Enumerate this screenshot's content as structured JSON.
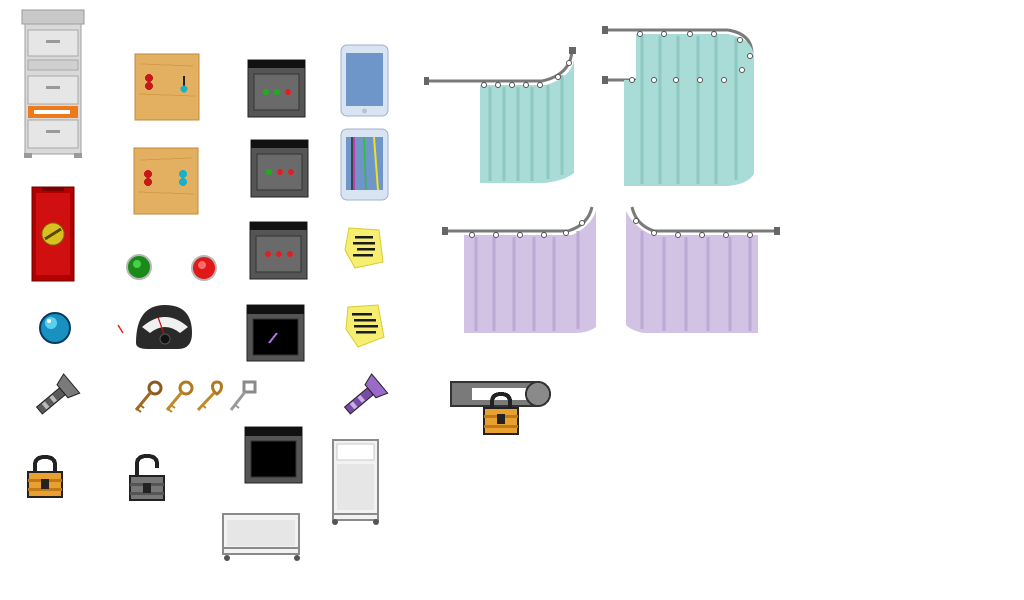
{
  "sheet": {
    "background": "#ffffff",
    "sprites": [
      {
        "id": "filing-cabinet",
        "icon": "filing-cabinet-icon"
      },
      {
        "id": "switch-panel-a",
        "icon": "toggle-switch-panel-icon"
      },
      {
        "id": "keypad-green",
        "icon": "keypad-terminal-icon"
      },
      {
        "id": "tablet-blank",
        "icon": "tablet-icon"
      },
      {
        "id": "switch-panel-b",
        "icon": "toggle-switch-panel-icon"
      },
      {
        "id": "keypad-red",
        "icon": "keypad-terminal-icon"
      },
      {
        "id": "tablet-wires",
        "icon": "tablet-icon"
      },
      {
        "id": "fire-extinguisher-box",
        "icon": "red-cabinet-icon"
      },
      {
        "id": "keypad-red-2",
        "icon": "keypad-terminal-icon"
      },
      {
        "id": "note-1",
        "icon": "paper-note-icon"
      },
      {
        "id": "green-button",
        "icon": "green-button-icon"
      },
      {
        "id": "red-button",
        "icon": "red-button-icon"
      },
      {
        "id": "blue-orb",
        "icon": "orb-icon"
      },
      {
        "id": "gauge",
        "icon": "gauge-meter-icon"
      },
      {
        "id": "screen-cursor",
        "icon": "monitor-icon"
      },
      {
        "id": "note-2",
        "icon": "paper-note-icon"
      },
      {
        "id": "flashlight-grey",
        "icon": "flashlight-icon"
      },
      {
        "id": "key-1",
        "icon": "key-icon"
      },
      {
        "id": "key-2",
        "icon": "key-icon"
      },
      {
        "id": "key-3",
        "icon": "key-icon"
      },
      {
        "id": "key-4",
        "icon": "key-icon"
      },
      {
        "id": "flashlight-purple",
        "icon": "flashlight-icon"
      },
      {
        "id": "padlock-locked",
        "icon": "padlock-icon"
      },
      {
        "id": "padlock-open",
        "icon": "padlock-open-icon"
      },
      {
        "id": "monitor-black",
        "icon": "monitor-icon"
      },
      {
        "id": "bed-vertical",
        "icon": "hospital-bed-icon"
      },
      {
        "id": "bed-horizontal",
        "icon": "hospital-bed-icon"
      },
      {
        "id": "latch-lock",
        "icon": "latch-padlock-icon"
      },
      {
        "id": "curtain-teal-corner",
        "icon": "curtain-icon"
      },
      {
        "id": "curtain-teal-double",
        "icon": "curtain-icon"
      },
      {
        "id": "curtain-purple-left",
        "icon": "curtain-icon"
      },
      {
        "id": "curtain-purple-right",
        "icon": "curtain-icon"
      }
    ],
    "colors": {
      "teal_curtain": "#a9dcd6",
      "purple_curtain": "#d2c2e4",
      "wood": "#e2b060",
      "gold": "#e8a030",
      "steel": "#6b6b6b"
    }
  }
}
